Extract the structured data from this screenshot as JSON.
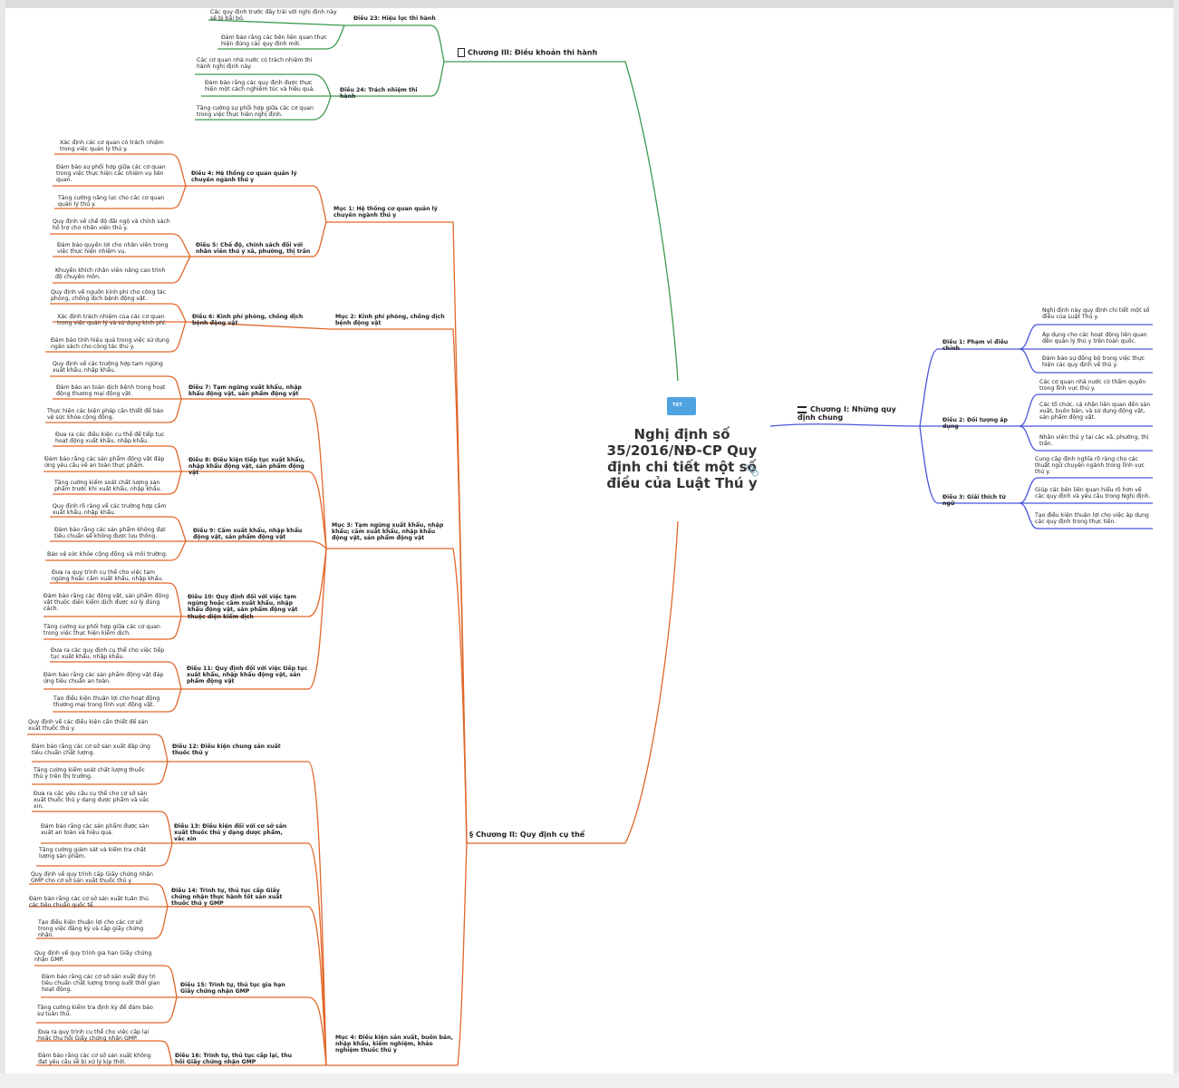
{
  "central": {
    "title": "Nghị định số 35/2016/NĐ-CP Quy định chi tiết một số điều của Luật Thú y",
    "file_icon": "TXT",
    "attachment_icon": "paperclip-icon"
  },
  "ch1": {
    "title": "Chương I: Những quy định chung",
    "d1": {
      "title": "Điều 1: Phạm vi điều chỉnh",
      "l1": "Nghị định này quy định chi tiết một số điều của Luật Thú y.",
      "l2": "Áp dụng cho các hoạt động liên quan đến quản lý thú y trên toàn quốc.",
      "l3": "Đảm bảo sự đồng bộ trong việc thực hiện các quy định về thú y."
    },
    "d2": {
      "title": "Điều 2: Đối tượng áp dụng",
      "l1": "Các cơ quan nhà nước có thẩm quyền trong lĩnh vực thú y.",
      "l2": "Các tổ chức, cá nhân liên quan đến sản xuất, buôn bán, và sử dụng động vật, sản phẩm động vật.",
      "l3": "Nhân viên thú y tại các xã, phường, thị trấn."
    },
    "d3": {
      "title": "Điều 3: Giải thích từ ngữ",
      "l1": "Cung cấp định nghĩa rõ ràng cho các thuật ngữ chuyên ngành trong lĩnh vực thú y.",
      "l2": "Giúp các bên liên quan hiểu rõ hơn về các quy định và yêu cầu trong Nghị định.",
      "l3": "Tạo điều kiện thuận lợi cho việc áp dụng các quy định trong thực tiễn."
    }
  },
  "ch3": {
    "title": "Chương III: Điều khoản thi hành",
    "d23": {
      "title": "Điều 23: Hiệu lực thi hành",
      "l1": "Các quy định trước đây trái với nghị định này sẽ bị bãi bỏ.",
      "l2": "Đảm bảo rằng các bên liên quan thực hiện đúng các quy định mới."
    },
    "d24": {
      "title": "Điều 24: Trách nhiệm thi hành",
      "l1": "Các cơ quan nhà nước có trách nhiệm thi hành nghị định này.",
      "l2": "Đảm bảo rằng các quy định được thực hiện một cách nghiêm túc và hiệu quả.",
      "l3": "Tăng cường sự phối hợp giữa các cơ quan trong việc thực hiện nghị định."
    }
  },
  "ch2": {
    "title": "Chương II: Quy định cụ thể",
    "m1": {
      "title": "Mục 1: Hệ thống cơ quan quản lý chuyên ngành thú y",
      "d4": {
        "title": "Điều 4: Hệ thống cơ quan quản lý chuyên ngành thú y",
        "l1": "Xác định các cơ quan có trách nhiệm trong việc quản lý thú y.",
        "l2": "Đảm bảo sự phối hợp giữa các cơ quan trong việc thực hiện các nhiệm vụ liên quan.",
        "l3": "Tăng cường năng lực cho các cơ quan quản lý thú y."
      },
      "d5": {
        "title": "Điều 5: Chế độ, chính sách đối với nhân viên thú y xã, phường, thị trấn",
        "l1": "Quy định về chế độ đãi ngộ và chính sách hỗ trợ cho nhân viên thú y.",
        "l2": "Đảm bảo quyền lợi cho nhân viên trong việc thực hiện nhiệm vụ.",
        "l3": "Khuyến khích nhân viên nâng cao trình độ chuyên môn."
      }
    },
    "m2": {
      "title": "Mục 2: Kinh phí phòng, chống dịch bệnh động vật",
      "d6": {
        "title": "Điều 6: Kinh phí phòng, chống dịch bệnh động vật",
        "l1": "Quy định về nguồn kinh phí cho công tác phòng, chống dịch bệnh động vật.",
        "l2": "Xác định trách nhiệm của các cơ quan trong việc quản lý và sử dụng kinh phí.",
        "l3": "Đảm bảo tính hiệu quả trong việc sử dụng ngân sách cho công tác thú y."
      }
    },
    "m3": {
      "title": "Mục 3: Tạm ngừng xuất khẩu, nhập khẩu; cấm xuất khẩu, nhập khẩu động vật, sản phẩm động vật",
      "d7": {
        "title": "Điều 7: Tạm ngừng xuất khẩu, nhập khẩu động vật, sản phẩm động vật",
        "l1": "Quy định về các trường hợp tạm ngừng xuất khẩu, nhập khẩu.",
        "l2": "Đảm bảo an toàn dịch bệnh trong hoạt động thương mại động vật.",
        "l3": "Thực hiện các biện pháp cần thiết để bảo vệ sức khỏe cộng đồng."
      },
      "d8": {
        "title": "Điều 8: Điều kiện tiếp tục xuất khẩu, nhập khẩu động vật, sản phẩm động vật",
        "l1": "Đưa ra các điều kiện cụ thể để tiếp tục hoạt động xuất khẩu, nhập khẩu.",
        "l2": "Đảm bảo rằng các sản phẩm động vật đáp ứng yêu cầu về an toàn thực phẩm.",
        "l3": "Tăng cường kiểm soát chất lượng sản phẩm trước khi xuất khẩu, nhập khẩu."
      },
      "d9": {
        "title": "Điều 9: Cấm xuất khẩu, nhập khẩu động vật, sản phẩm động vật",
        "l1": "Quy định rõ ràng về các trường hợp cấm xuất khẩu, nhập khẩu.",
        "l2": "Đảm bảo rằng các sản phẩm không đạt tiêu chuẩn sẽ không được lưu thông.",
        "l3": "Bảo vệ sức khỏe cộng đồng và môi trường."
      },
      "d10": {
        "title": "Điều 10: Quy định đối với việc tạm ngừng hoặc cấm xuất khẩu, nhập khẩu động vật, sản phẩm động vật thuộc diện kiểm dịch",
        "l1": "Đưa ra quy trình cụ thể cho việc tạm ngừng hoặc cấm xuất khẩu, nhập khẩu.",
        "l2": "Đảm bảo rằng các động vật, sản phẩm động vật thuộc diện kiểm dịch được xử lý đúng cách.",
        "l3": "Tăng cường sự phối hợp giữa các cơ quan trong việc thực hiện kiểm dịch."
      },
      "d11": {
        "title": "Điều 11: Quy định đối với việc tiếp tục xuất khẩu, nhập khẩu động vật, sản phẩm động vật",
        "l1": "Đưa ra các quy định cụ thể cho việc tiếp tục xuất khẩu, nhập khẩu.",
        "l2": "Đảm bảo rằng các sản phẩm động vật đáp ứng tiêu chuẩn an toàn.",
        "l3": "Tạo điều kiện thuận lợi cho hoạt động thương mại trong lĩnh vực động vật."
      }
    },
    "m4": {
      "title": "Mục 4: Điều kiện sản xuất, buôn bán, nhập khẩu, kiểm nghiệm, khảo nghiệm thuốc thú y",
      "d12": {
        "title": "Điều 12: Điều kiện chung sản xuất thuốc thú y",
        "l1": "Quy định về các điều kiện cần thiết để sản xuất thuốc thú y.",
        "l2": "Đảm bảo rằng các cơ sở sản xuất đáp ứng tiêu chuẩn chất lượng.",
        "l3": "Tăng cường kiểm soát chất lượng thuốc thú y trên thị trường."
      },
      "d13": {
        "title": "Điều 13: Điều kiện đối với cơ sở sản xuất thuốc thú y dạng dược phẩm, vắc xin",
        "l1": "Đưa ra các yêu cầu cụ thể cho cơ sở sản xuất thuốc thú y dạng dược phẩm và vắc xin.",
        "l2": "Đảm bảo rằng các sản phẩm được sản xuất an toàn và hiệu quả.",
        "l3": "Tăng cường giám sát và kiểm tra chất lượng sản phẩm."
      },
      "d14": {
        "title": "Điều 14: Trình tự, thủ tục cấp Giấy chứng nhận thực hành tốt sản xuất thuốc thú y GMP",
        "l1": "Quy định về quy trình cấp Giấy chứng nhận GMP cho cơ sở sản xuất thuốc thú y.",
        "l2": "Đảm bảo rằng các cơ sở sản xuất tuân thủ các tiêu chuẩn quốc tế.",
        "l3": "Tạo điều kiện thuận lợi cho các cơ sở trong việc đăng ký và cấp giấy chứng nhận."
      },
      "d15": {
        "title": "Điều 15: Trình tự, thủ tục gia hạn Giấy chứng nhận GMP",
        "l1": "Quy định về quy trình gia hạn Giấy chứng nhận GMP.",
        "l2": "Đảm bảo rằng các cơ sở sản xuất duy trì tiêu chuẩn chất lượng trong suốt thời gian hoạt động.",
        "l3": "Tăng cường kiểm tra định kỳ để đảm bảo sự tuân thủ."
      },
      "d16": {
        "title": "Điều 16: Trình tự, thủ tục cấp lại, thu hồi Giấy chứng nhận GMP",
        "l1": "Đưa ra quy trình cụ thể cho việc cấp lại hoặc thu hồi Giấy chứng nhận GMP.",
        "l2": "Đảm bảo rằng các cơ sở sản xuất không đạt yêu cầu sẽ bị xử lý kịp thời."
      }
    }
  },
  "colors": {
    "green": "#3d9a4f",
    "orange": "#e0672a",
    "blue": "#4a55d8"
  }
}
